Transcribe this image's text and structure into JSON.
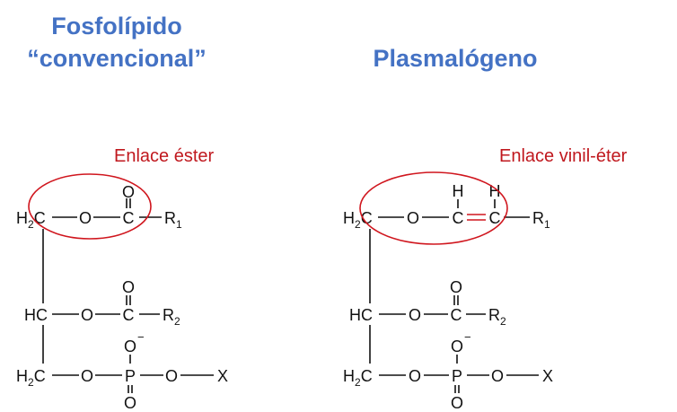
{
  "titles": {
    "conventional_line1": "Fosfolípido",
    "conventional_line2": "“convencional”",
    "plasmalogen": "Plasmalógeno"
  },
  "labels": {
    "ester_bond": "Enlace éster",
    "vinyl_ether_bond": "Enlace vinil-éter"
  },
  "atoms": {
    "H": "H",
    "C": "C",
    "O": "O",
    "P": "P",
    "X": "X",
    "R": "R",
    "sub_2": "2",
    "sub_1": "1",
    "charge": "−"
  },
  "colors": {
    "title": "#4472C4",
    "highlight": "#D0161E"
  }
}
